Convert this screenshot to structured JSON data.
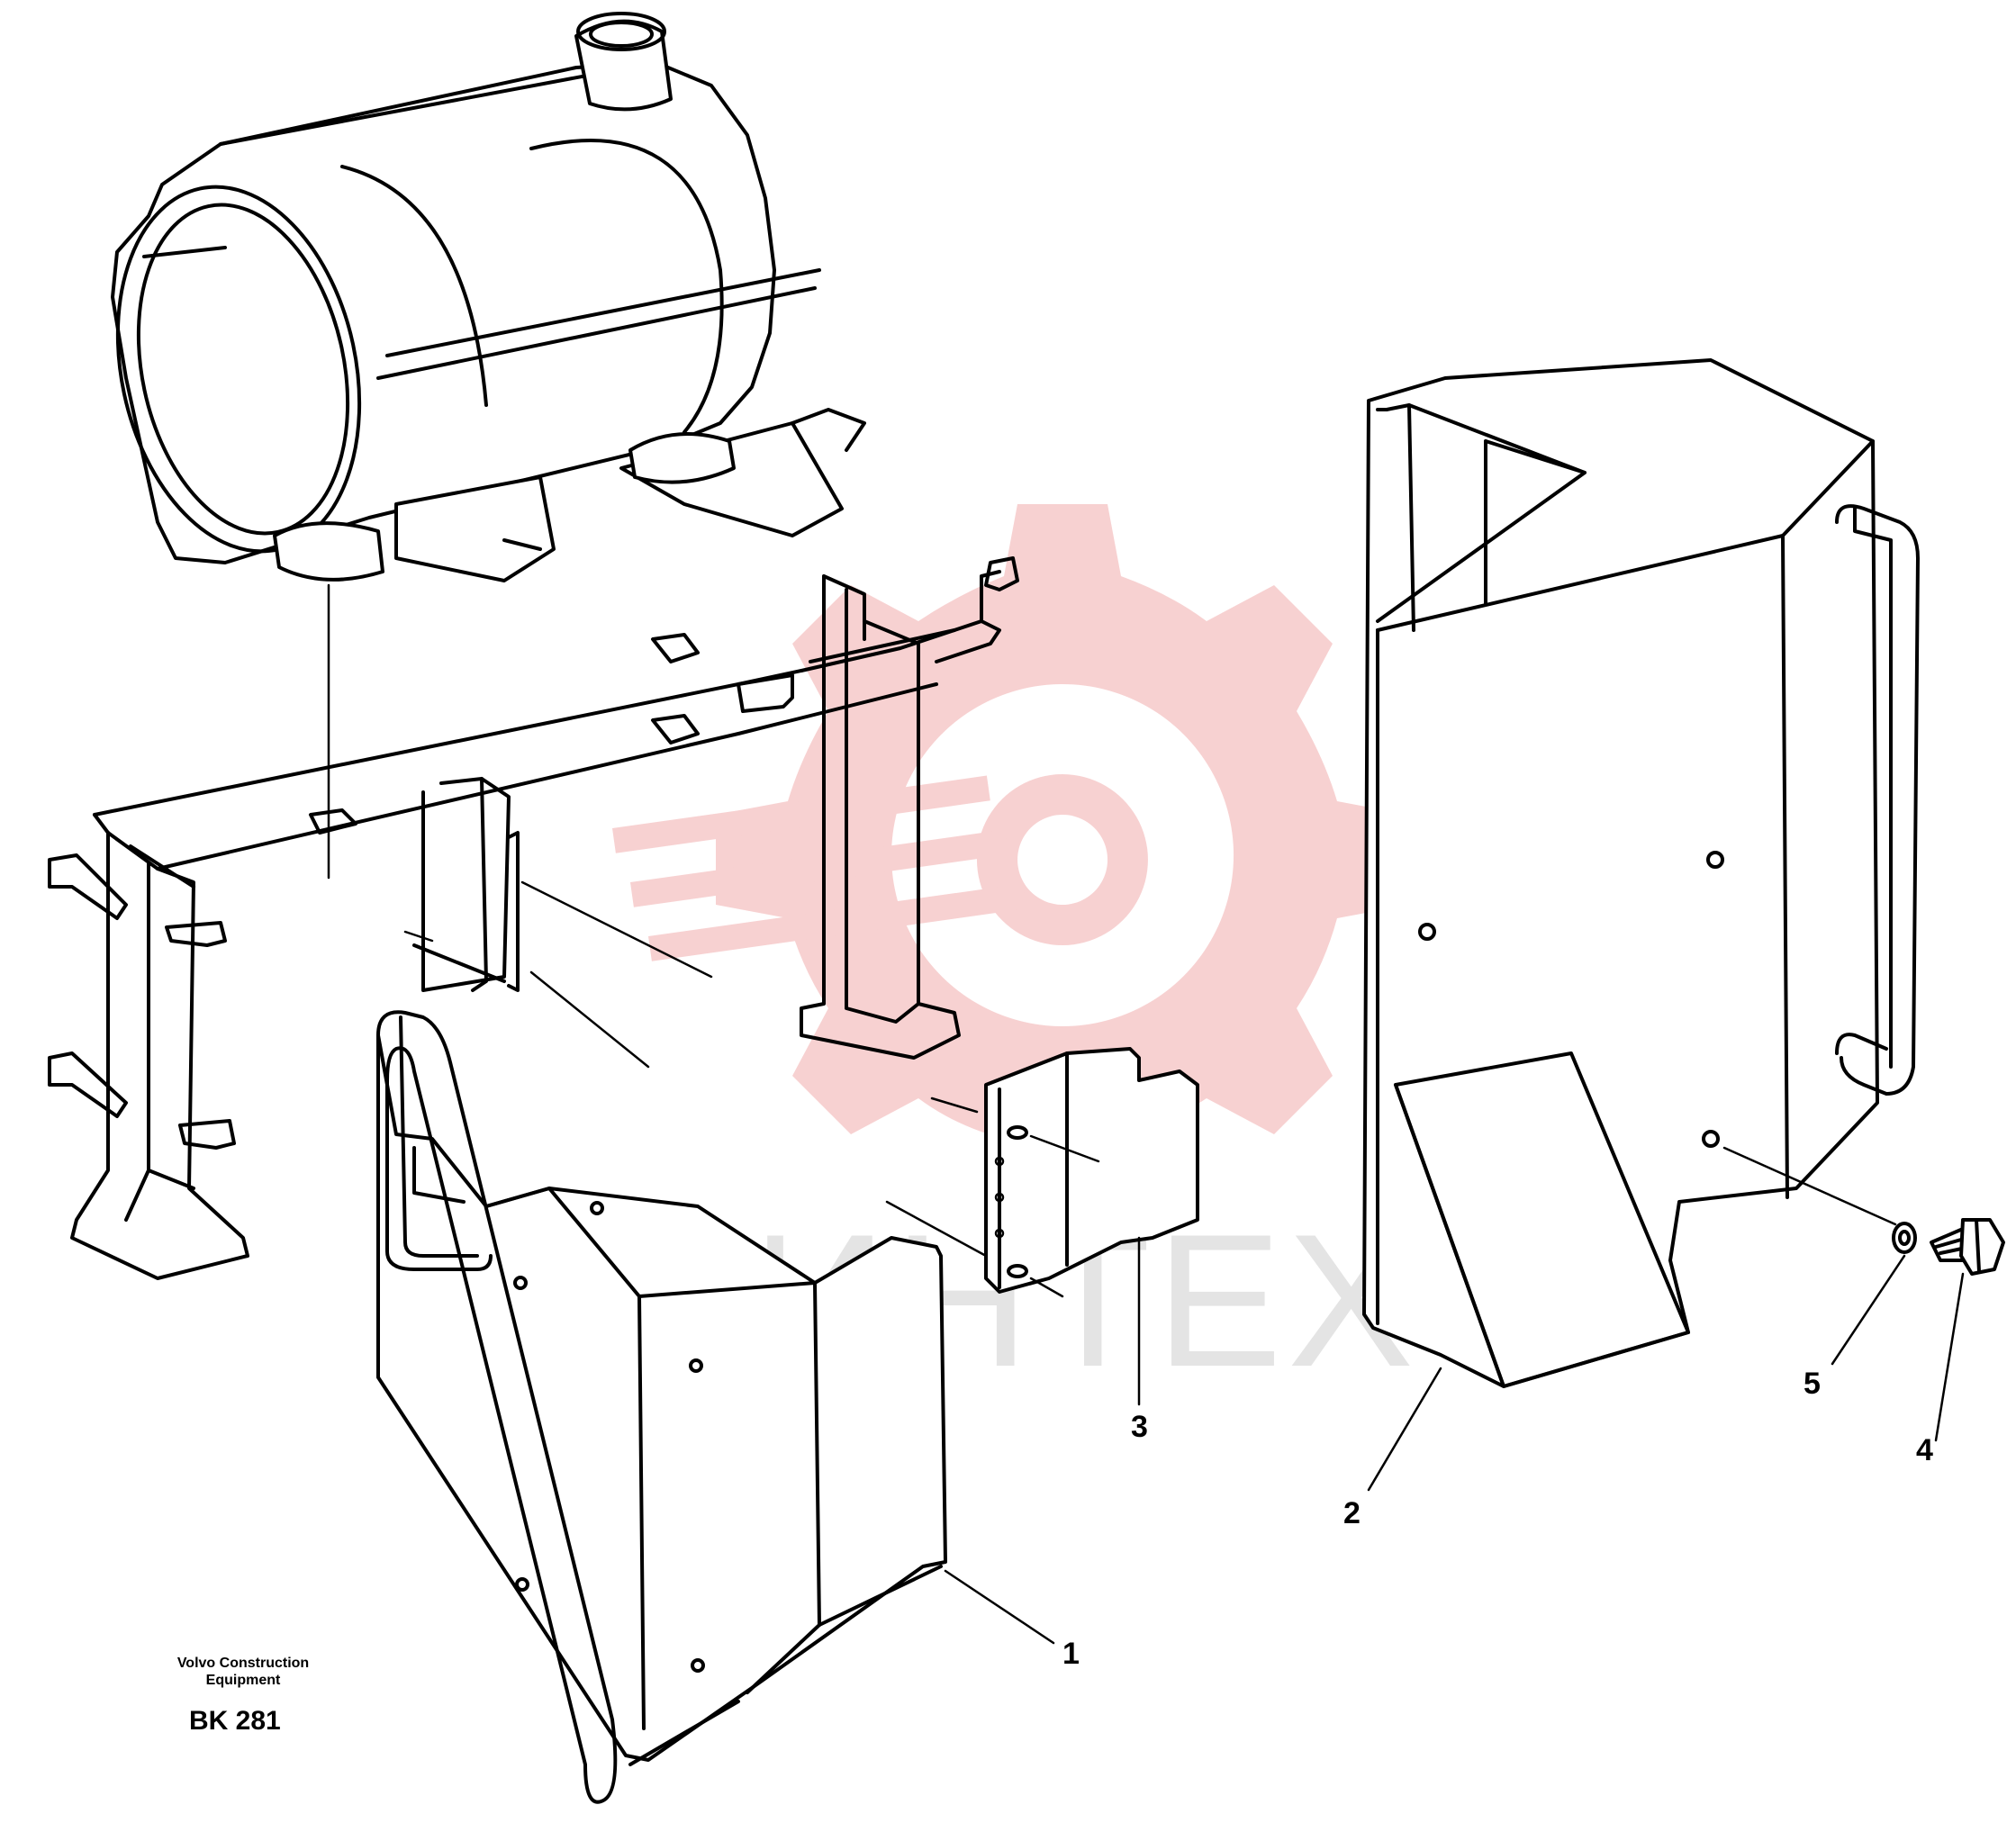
{
  "watermark": {
    "text": "ИНТЕХ",
    "logo_color": "#f6c9c9",
    "text_color": "#e4e4e4"
  },
  "credit": {
    "company_line1": "Volvo Construction",
    "company_line2": "Equipment",
    "code": "BK 281"
  },
  "callouts": [
    {
      "id": "1",
      "label": "1"
    },
    {
      "id": "2",
      "label": "2"
    },
    {
      "id": "3",
      "label": "3"
    },
    {
      "id": "4",
      "label": "4"
    },
    {
      "id": "5",
      "label": "5"
    }
  ],
  "line_color": "#000000"
}
